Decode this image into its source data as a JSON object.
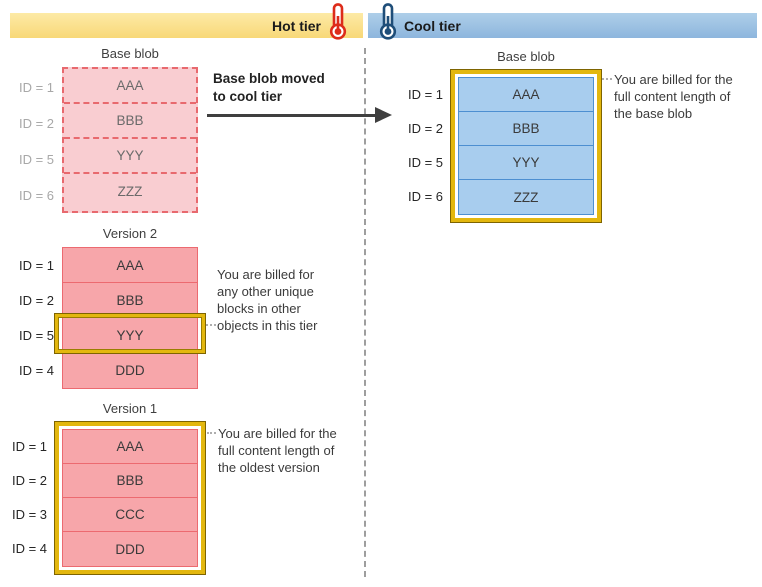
{
  "header": {
    "hot_label": "Hot tier",
    "cool_label": "Cool tier",
    "hot_icon": "hot-thermometer-icon",
    "cool_icon": "cool-thermometer-icon"
  },
  "hot": {
    "base_blob": {
      "title": "Base blob",
      "rows": [
        {
          "id": "ID = 1",
          "block": "AAA"
        },
        {
          "id": "ID = 2",
          "block": "BBB"
        },
        {
          "id": "ID = 5",
          "block": "YYY"
        },
        {
          "id": "ID = 6",
          "block": "ZZZ"
        }
      ]
    },
    "move_note": {
      "line1": "Base blob moved",
      "line2": "to cool tier"
    },
    "version2": {
      "title": "Version 2",
      "rows": [
        {
          "id": "ID = 1",
          "block": "AAA"
        },
        {
          "id": "ID = 2",
          "block": "BBB"
        },
        {
          "id": "ID = 5",
          "block": "YYY",
          "highlighted": true
        },
        {
          "id": "ID = 4",
          "block": "DDD"
        }
      ],
      "note_lines": [
        "You are billed for",
        "any other unique",
        "blocks in other",
        "objects in this tier"
      ]
    },
    "version1": {
      "title": "Version 1",
      "highlighted": true,
      "rows": [
        {
          "id": "ID = 1",
          "block": "AAA"
        },
        {
          "id": "ID = 2",
          "block": "BBB"
        },
        {
          "id": "ID = 3",
          "block": "CCC"
        },
        {
          "id": "ID = 4",
          "block": "DDD"
        }
      ],
      "note_lines": [
        "You are billed for the",
        "full content length of",
        "the oldest version"
      ]
    }
  },
  "cool": {
    "base_blob": {
      "title": "Base blob",
      "highlighted": true,
      "rows": [
        {
          "id": "ID = 1",
          "block": "AAA"
        },
        {
          "id": "ID = 2",
          "block": "BBB"
        },
        {
          "id": "ID = 5",
          "block": "YYY"
        },
        {
          "id": "ID = 6",
          "block": "ZZZ"
        }
      ],
      "note_lines": [
        "You are billed for the",
        "full content length of",
        "the base blob"
      ]
    }
  },
  "colors": {
    "hot_bar": "#f9dd85",
    "cool_bar": "#9dc3e6",
    "hot_block_fill": "#f7a6aa",
    "hot_block_border": "#ec6a70",
    "hot_faded_fill": "#f9cdd1",
    "hot_faded_border": "#e8696e",
    "cool_block_fill": "#a8cdee",
    "cool_block_border": "#4d8fd1",
    "highlight_gold": "#e3b70e",
    "hot_icon_color": "#dd2c1a",
    "cool_icon_color": "#1f4e79",
    "arrow": "#3f3f3f"
  }
}
